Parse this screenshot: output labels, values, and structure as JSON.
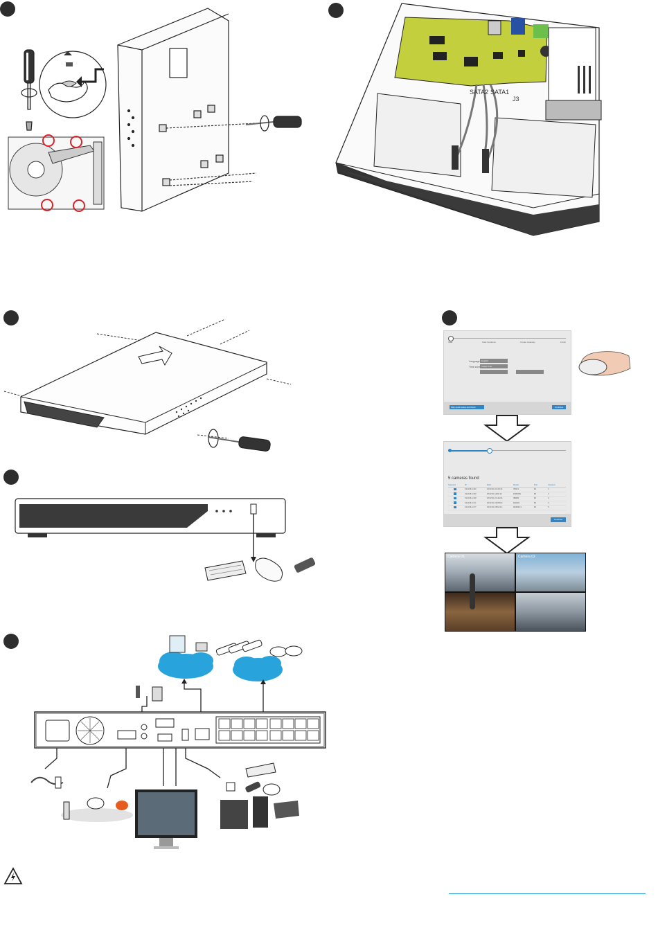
{
  "steps": [
    {
      "id": "hdd-mount",
      "icon": "step-marker-icon"
    },
    {
      "id": "sata-connect",
      "icon": "step-marker-icon"
    },
    {
      "id": "close-cover",
      "icon": "step-marker-icon"
    },
    {
      "id": "usb-peripherals",
      "icon": "step-marker-icon"
    },
    {
      "id": "rear-connections",
      "icon": "step-marker-icon"
    },
    {
      "id": "setup-wizard",
      "icon": "step-marker-icon"
    }
  ],
  "board_labels": {
    "sata2": "SATA2",
    "sata1": "SATA1",
    "j3": "J3"
  },
  "wizard": {
    "step1_labels": [
      "Start",
      "Start Guidance",
      "Create Gateway",
      "Finish"
    ],
    "step1_fields": [
      {
        "label": "Language",
        "value": "English"
      },
      {
        "label": "Time zone",
        "value": "Taipei Time"
      }
    ],
    "step1_left_button": "Skip quick setup and finish",
    "step1_right_button": "Continue",
    "step2_title": "5 cameras found",
    "step2_columns": [
      "Selected",
      "IP",
      "MAC",
      "Model",
      "Port",
      "Channel"
    ],
    "step2_rows": [
      [
        "",
        "192.168.4.152",
        "00:02:D1:2C:3D:4F",
        "IP9171",
        "80",
        "1"
      ],
      [
        "",
        "192.168.4.153",
        "00:02:D1:1E:6F:21",
        "FD8155H",
        "80",
        "2"
      ],
      [
        "",
        "192.168.4.168",
        "00:02:D1:2C:4E:3A",
        "IB9380",
        "80",
        "3"
      ],
      [
        "",
        "192.168.4.171",
        "00:02:D1:2D:5B:6C",
        "FE9181",
        "80",
        "4"
      ],
      [
        "",
        "192.168.4.177",
        "00:02:D1:2B:6A:1C",
        "MA8391-V",
        "80",
        "5"
      ]
    ],
    "step2_button": "Continue",
    "live_labels": [
      "Camera 01",
      "Camera 02"
    ]
  },
  "colors": {
    "pcb": "#c4cf3d",
    "network_cloud": "#29a3dc",
    "callout_red": "#d7222a",
    "accent_line": "#29a3dc",
    "wizard_bg": "#e9e9e9",
    "wizard_blue": "#2e86c8"
  }
}
